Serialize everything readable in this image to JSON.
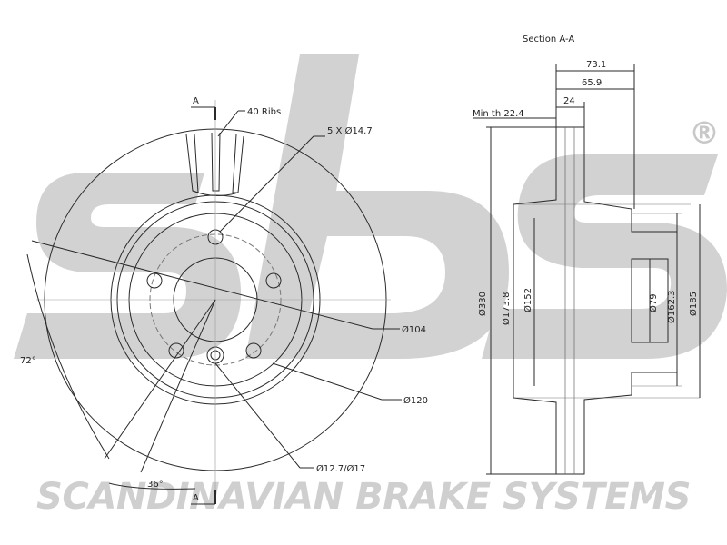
{
  "watermark": {
    "logo_text": "sbs",
    "registered_mark": "®",
    "tagline": "SCANDINAVIAN BRAKE SYSTEMS",
    "color": "#c8c8c8"
  },
  "front_view": {
    "section_mark_top": "A",
    "section_mark_bottom": "A",
    "ribs_label": "40 Ribs",
    "bolt_holes_label": "5 X Ø14.7",
    "bolt_circle_label": "Ø104",
    "hub_label": "Ø120",
    "small_hole_label": "Ø12.7/Ø17",
    "angle_72_label": "72°",
    "angle_36_label": "36°"
  },
  "section_view": {
    "title": "Section A-A",
    "dim_73_1": "73.1",
    "dim_65_9": "65.9",
    "dim_24": "24",
    "min_th_label": "Min th 22.4",
    "dia_330": "Ø330",
    "dia_173_8": "Ø173.8",
    "dia_152": "Ø152",
    "dia_79": "Ø79",
    "dia_162_3": "Ø162.3",
    "dia_185": "Ø185"
  },
  "colors": {
    "line": "#2a2a2a",
    "thin_line": "#555555"
  }
}
